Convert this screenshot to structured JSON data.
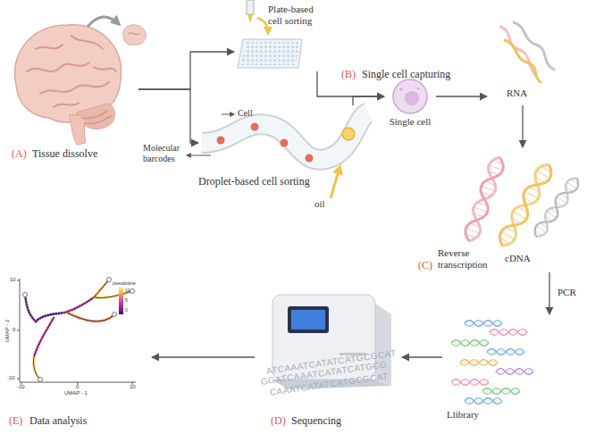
{
  "diagram": {
    "nodes": [
      {
        "text": [
          "(A)",
          "Tissue dissolve"
        ]
      },
      {
        "text": [
          "Plate-based cell sorting"
        ]
      },
      {
        "text": [
          "Droplet-based cell sorting"
        ]
      },
      {
        "text": [
          "Single cell"
        ]
      },
      {
        "text": [
          "RNA"
        ]
      },
      {
        "text": [
          "cDNA"
        ]
      },
      {
        "text": [
          "Llibrary"
        ]
      },
      {
        "text": [
          "(D)",
          "Sequencing"
        ]
      },
      {
        "text": [
          "(E)",
          "Data analysis"
        ]
      }
    ],
    "edges": [
      {
        "from": 0,
        "to": 1,
        "arrow": "to"
      },
      {
        "from": 0,
        "to": 2,
        "arrow": "to"
      },
      {
        "from": 1,
        "to": 3,
        "arrow": "to"
      },
      {
        "from": 2,
        "to": 3,
        "arrow": "to"
      },
      {
        "from": 3,
        "to": 4,
        "arrow": "to"
      },
      {
        "from": 4,
        "to": 5,
        "arrow": "to"
      },
      {
        "from": 5,
        "to": 6,
        "label": "PCR",
        "arrow": "to"
      },
      {
        "from": 6,
        "to": 7,
        "arrow": "to"
      },
      {
        "from": 7,
        "to": 8,
        "arrow": "to"
      }
    ],
    "labels": [
      "(B)",
      "Single cell capturing",
      "Cell",
      "Molecular barcodes",
      "oil",
      "(C)",
      "Reverse transcription",
      "ATCAAATCATATCATGCGCAT",
      "GGATCAAATCATATCATGCG",
      "CAAATCATATCATGCGCAT",
      "UMAP - 2",
      "UMAP - 1",
      "10",
      "0",
      "-10",
      "-10",
      "0",
      "10",
      "pseudotime",
      "10",
      "5",
      "0"
    ]
  }
}
